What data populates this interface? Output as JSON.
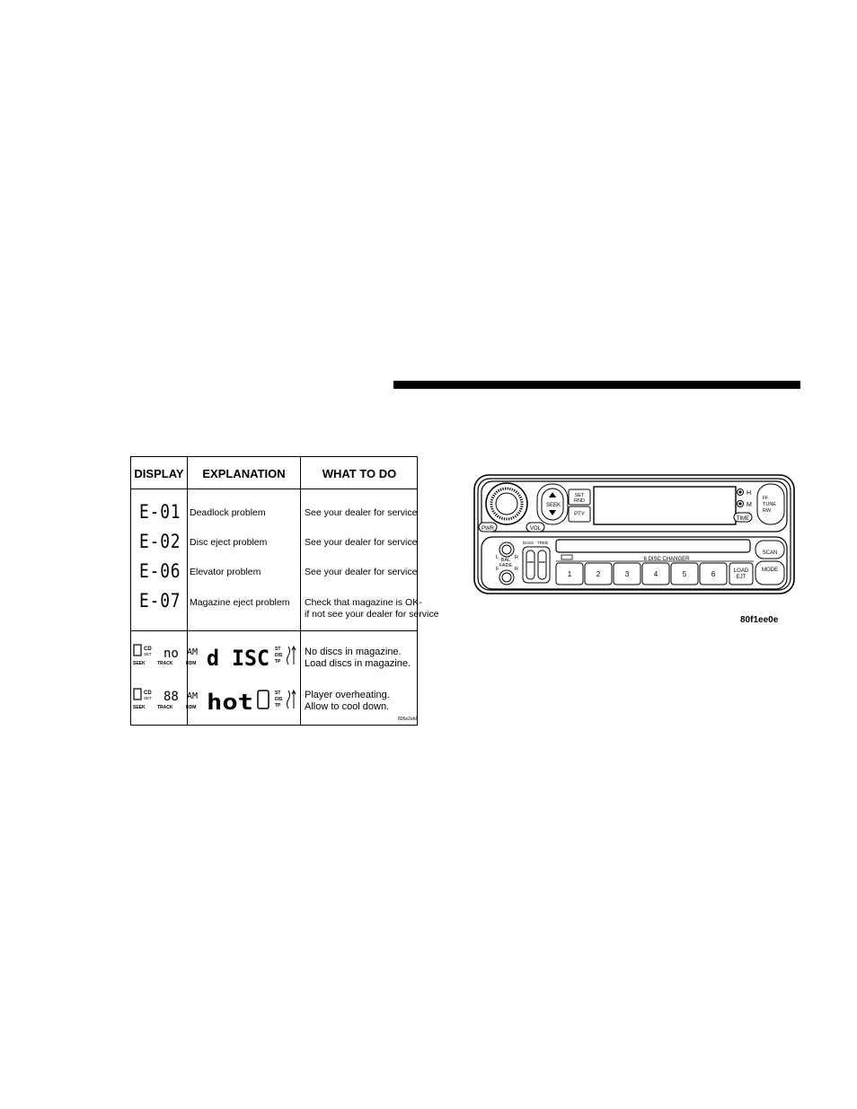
{
  "table": {
    "headers": {
      "display": "DISPLAY",
      "explanation": "EXPLANATION",
      "action": "WHAT TO DO"
    },
    "rows": [
      {
        "code": "E-01",
        "explanation": "Deadlock problem",
        "action_1": "See your dealer for service",
        "action_2": ""
      },
      {
        "code": "E-02",
        "explanation": "Disc eject problem",
        "action_1": "See your dealer for service",
        "action_2": ""
      },
      {
        "code": "E-06",
        "explanation": "Elevator problem",
        "action_1": "See your dealer for service",
        "action_2": ""
      },
      {
        "code": "E-07",
        "explanation": "Magazine eject problem",
        "action_1": "Check that magazine is OK-",
        "action_2": "if not see your dealer for service"
      }
    ],
    "lcd_rows": [
      {
        "word_a": "no",
        "word_b": "d ISC",
        "msg_1": "No discs in magazine.",
        "msg_2": "Load discs in magazine."
      },
      {
        "word_a": "88",
        "word_b": "hot",
        "msg_1": "Player overheating.",
        "msg_2": "Allow to cool down."
      }
    ],
    "lcd_labels": {
      "cd": "CD",
      "set": "SET",
      "seek": "SEEK",
      "track": "TRACK",
      "rdm": "RDM",
      "am": "AM",
      "st": "ST",
      "dis": "DIS",
      "tp": "TP"
    },
    "credit": "805e2eb6"
  },
  "radio": {
    "seek": "SEEK",
    "set_rnd_1": "SET",
    "set_rnd_2": "RND",
    "pty": "PTY",
    "h": "H",
    "m": "M",
    "time": "TIME",
    "ff": "FF",
    "tune": "TUNE",
    "rw": "RW",
    "pwr": "PWR",
    "vol": "VOL",
    "bass": "BASS",
    "treb": "TREB",
    "l": "L",
    "r1": "R",
    "bal": "BAL",
    "fade": "FADE",
    "f": "F",
    "r2": "R",
    "changer": "6 DISC CHANGER",
    "presets": [
      "1",
      "2",
      "3",
      "4",
      "5",
      "6"
    ],
    "load": "LOAD",
    "ejt": "EJT",
    "scan": "SCAN",
    "mode": "MODE"
  },
  "figure_id": "80f1ee0e"
}
